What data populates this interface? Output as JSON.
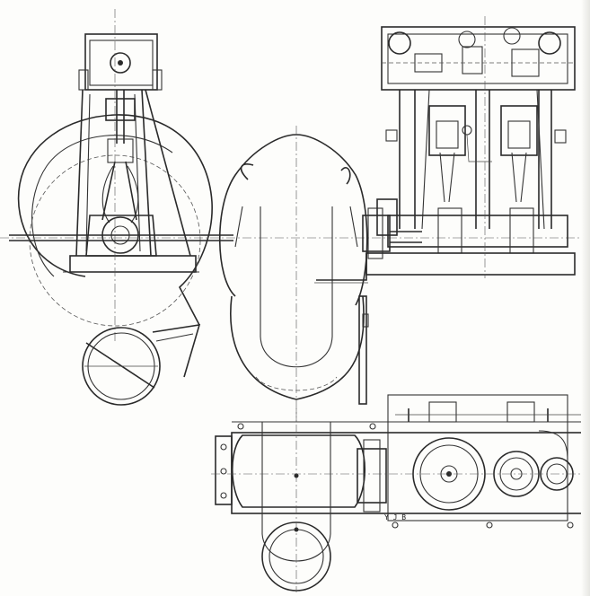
{
  "drawing": {
    "plate_label": "Y J B"
  },
  "colors": {
    "paper": "#fdfdfb",
    "ink": "#2a2a2a"
  },
  "views": [
    {
      "id": "side-elevation",
      "icon": "engine-side-view"
    },
    {
      "id": "pump-casing",
      "icon": "centrifugal-pump-casing"
    },
    {
      "id": "front-elevation",
      "icon": "twin-cylinder-engine-front"
    },
    {
      "id": "plan-view",
      "icon": "engine-and-pump-plan"
    }
  ]
}
